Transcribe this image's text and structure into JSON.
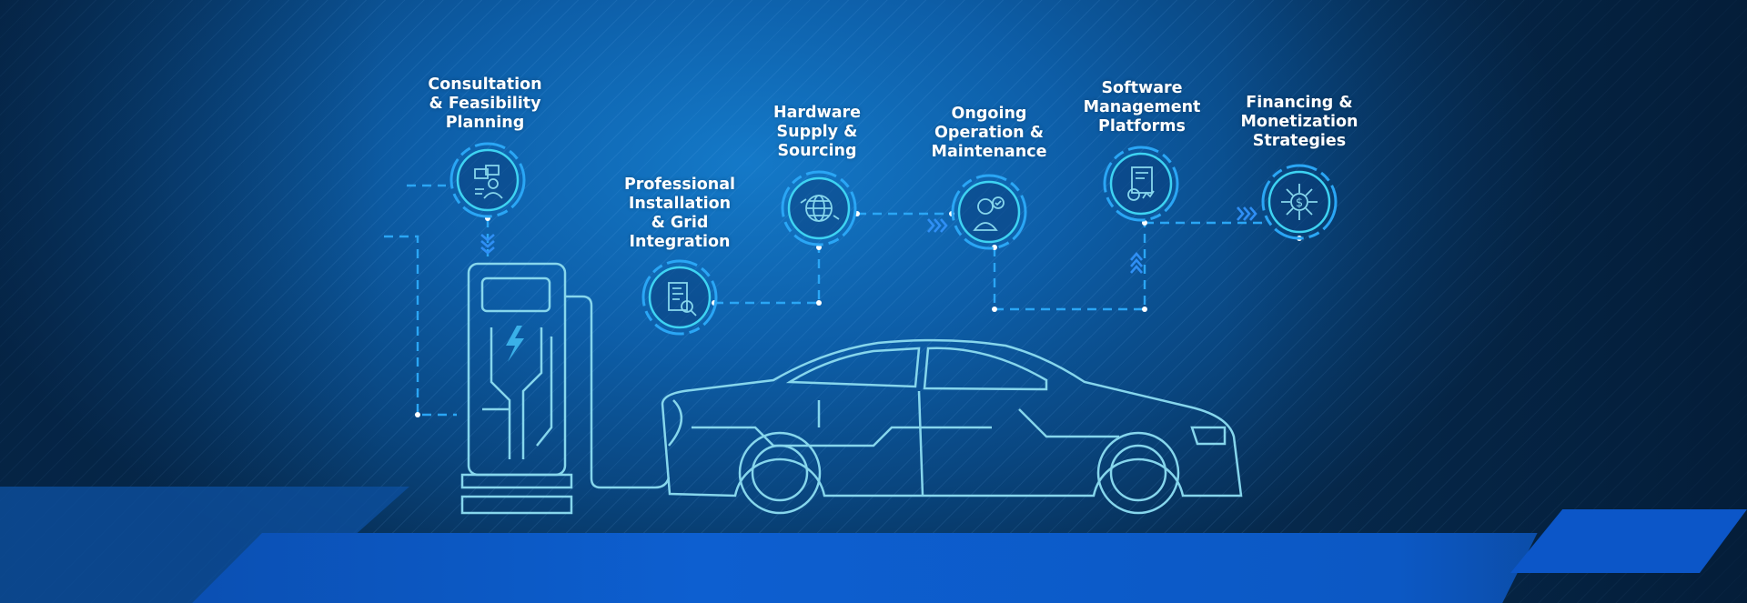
{
  "colors": {
    "accent": "#3ed3f2",
    "dash": "#2aa6f5",
    "circuit": "#86d6ec"
  },
  "steps": [
    {
      "id": "consultation",
      "lines": [
        "Consultation",
        "& Feasibility",
        "Planning"
      ],
      "icon": "consultation-chat-person-icon"
    },
    {
      "id": "installation",
      "lines": [
        "Professional",
        "Installation",
        "& Grid",
        "Integration"
      ],
      "icon": "document-search-icon"
    },
    {
      "id": "hardware",
      "lines": [
        "Hardware",
        "Supply &",
        "Sourcing"
      ],
      "icon": "globe-arrows-icon"
    },
    {
      "id": "operation",
      "lines": [
        "Ongoing",
        "Operation &",
        "Maintenance"
      ],
      "icon": "person-check-icon"
    },
    {
      "id": "software",
      "lines": [
        "Software",
        "Management",
        "Platforms"
      ],
      "icon": "software-dashboard-icon"
    },
    {
      "id": "financing",
      "lines": [
        "Financing &",
        "Monetization",
        "Strategies"
      ],
      "icon": "dollar-network-icon"
    }
  ]
}
